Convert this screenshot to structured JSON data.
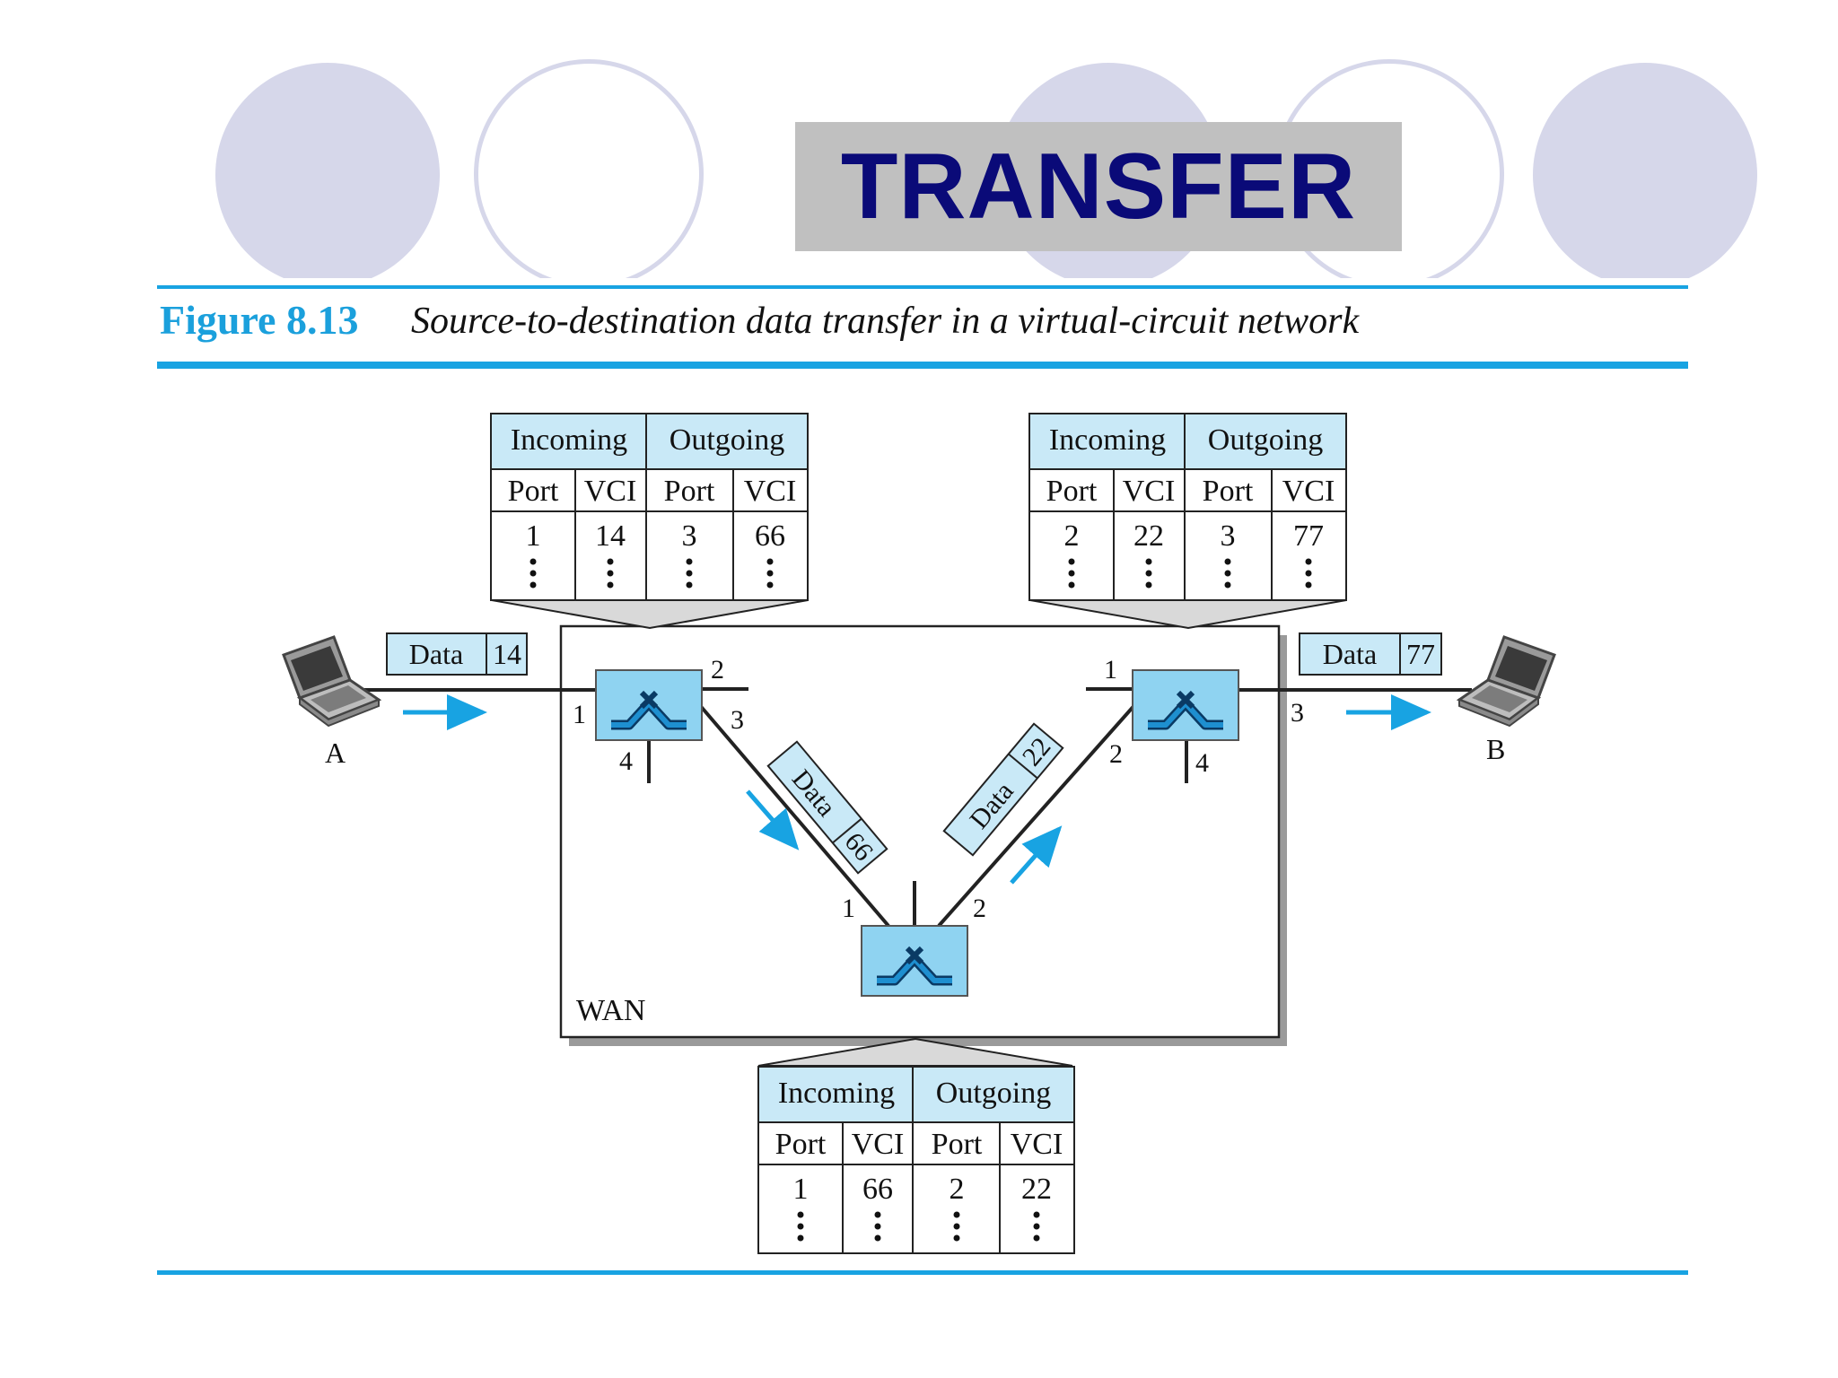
{
  "slide": {
    "title": "TRANSFER"
  },
  "figure": {
    "number": "Figure 8.13",
    "caption": "Source-to-destination data transfer in a virtual-circuit network"
  },
  "tables": {
    "left": {
      "incoming": "Incoming",
      "outgoing": "Outgoing",
      "c1": "Port",
      "c2": "VCI",
      "c3": "Port",
      "c4": "VCI",
      "v1": "1",
      "v2": "14",
      "v3": "3",
      "v4": "66"
    },
    "right": {
      "incoming": "Incoming",
      "outgoing": "Outgoing",
      "c1": "Port",
      "c2": "VCI",
      "c3": "Port",
      "c4": "VCI",
      "v1": "2",
      "v2": "22",
      "v3": "3",
      "v4": "77"
    },
    "bottom": {
      "incoming": "Incoming",
      "outgoing": "Outgoing",
      "c1": "Port",
      "c2": "VCI",
      "c3": "Port",
      "c4": "VCI",
      "v1": "1",
      "v2": "66",
      "v3": "2",
      "v4": "22"
    }
  },
  "frames": {
    "a_data": "Data",
    "a_vci": "14",
    "b_data": "Data",
    "b_vci": "77",
    "d1_data": "Data",
    "d1_vci": "66",
    "d2_data": "Data",
    "d2_vci": "22"
  },
  "ports": {
    "s1_p1": "1",
    "s1_p2": "2",
    "s1_p3": "3",
    "s1_p4": "4",
    "s2_p1": "1",
    "s2_p2": "2",
    "s2_p3": "3",
    "s2_p4": "4",
    "s3_p1": "1",
    "s3_p2": "2"
  },
  "labels": {
    "host_a": "A",
    "host_b": "B",
    "wan": "WAN"
  },
  "colors": {
    "accent": "#18a3e2",
    "table_header": "#c9e9f7",
    "switch_fill": "#8fd3f1",
    "title_text": "#0a0a78",
    "title_box": "#c0c0c0",
    "circle": "#d6d7ea"
  }
}
